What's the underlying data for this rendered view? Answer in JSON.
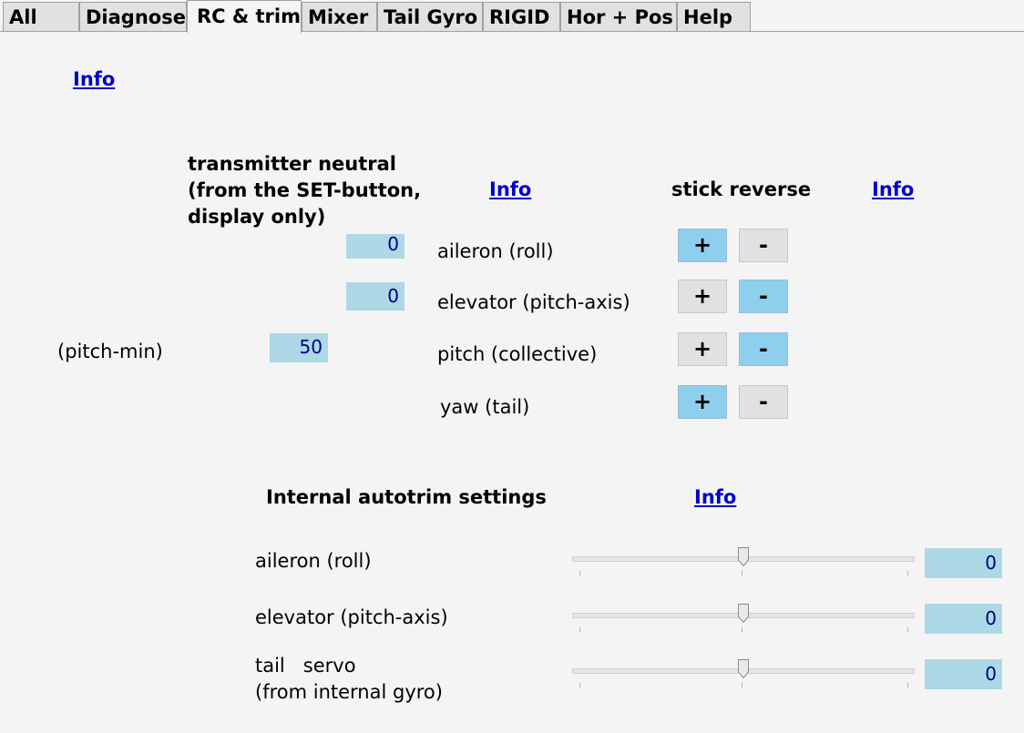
{
  "tabs": [
    {
      "label": "All"
    },
    {
      "label": "Diagnose"
    },
    {
      "label": "RC & trim"
    },
    {
      "label": "Mixer"
    },
    {
      "label": "Tail Gyro"
    },
    {
      "label": "RIGID"
    },
    {
      "label": "Hor + Pos"
    },
    {
      "label": "Help"
    }
  ],
  "active_tab": "RC & trim",
  "info_link": "Info",
  "transmitter": {
    "heading_line1": "transmitter  neutral",
    "heading_line2": "(from the  SET-button,",
    "heading_line3": "display only)",
    "aileron_value": "0",
    "elevator_value": "0",
    "pitch_min_label": "(pitch-min)",
    "pitch_value": "50"
  },
  "channels": [
    {
      "label": "aileron (roll)"
    },
    {
      "label": "elevator (pitch-axis)"
    },
    {
      "label": "pitch (collective)"
    },
    {
      "label": "yaw (tail)"
    }
  ],
  "stick_reverse": {
    "heading": "stick reverse",
    "plus_label": "+",
    "minus_label": "-",
    "states": [
      {
        "plus": "active",
        "minus": "inactive"
      },
      {
        "plus": "inactive",
        "minus": "active"
      },
      {
        "plus": "inactive",
        "minus": "active"
      },
      {
        "plus": "active",
        "minus": "inactive"
      }
    ]
  },
  "autotrim": {
    "heading": "Internal autotrim settings",
    "rows": [
      {
        "label_line1": "aileron (roll)",
        "label_line2": "",
        "value": "0",
        "slider_fraction": 0.5
      },
      {
        "label_line1": "elevator (pitch-axis)",
        "label_line2": "",
        "value": "0",
        "slider_fraction": 0.5
      },
      {
        "label_line1": "tail   servo",
        "label_line2": "(from internal gyro)",
        "value": "0",
        "slider_fraction": 0.5
      }
    ]
  },
  "colors": {
    "value_bg": "#add8e6",
    "value_text": "#000080",
    "button_active": "#8ecfee",
    "button_inactive": "#e1e1e1",
    "link": "#0000cc"
  }
}
